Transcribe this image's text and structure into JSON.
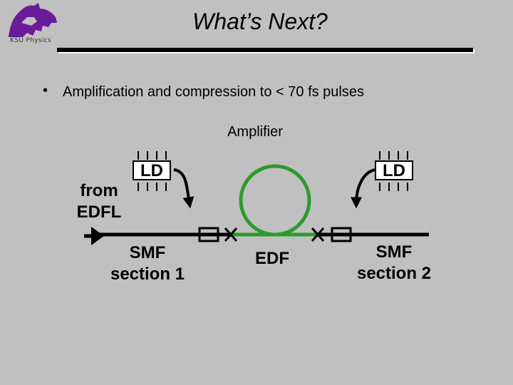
{
  "logo": {
    "text": "KSU Physics",
    "color": "#6a1b9a"
  },
  "slide": {
    "title": "What’s Next?",
    "bullet": "Amplification and compression to < 70 fs pulses"
  },
  "diagram": {
    "amplifier_label": "Amplifier",
    "from_label": "from\nEDFL",
    "ld_left": "LD",
    "ld_right": "LD",
    "smf1_label": "SMF\nsection 1",
    "edf_label": "EDF",
    "smf2_label": "SMF\nsection 2",
    "fiber_color": "#000000",
    "edf_color": "#2e9a2e"
  }
}
